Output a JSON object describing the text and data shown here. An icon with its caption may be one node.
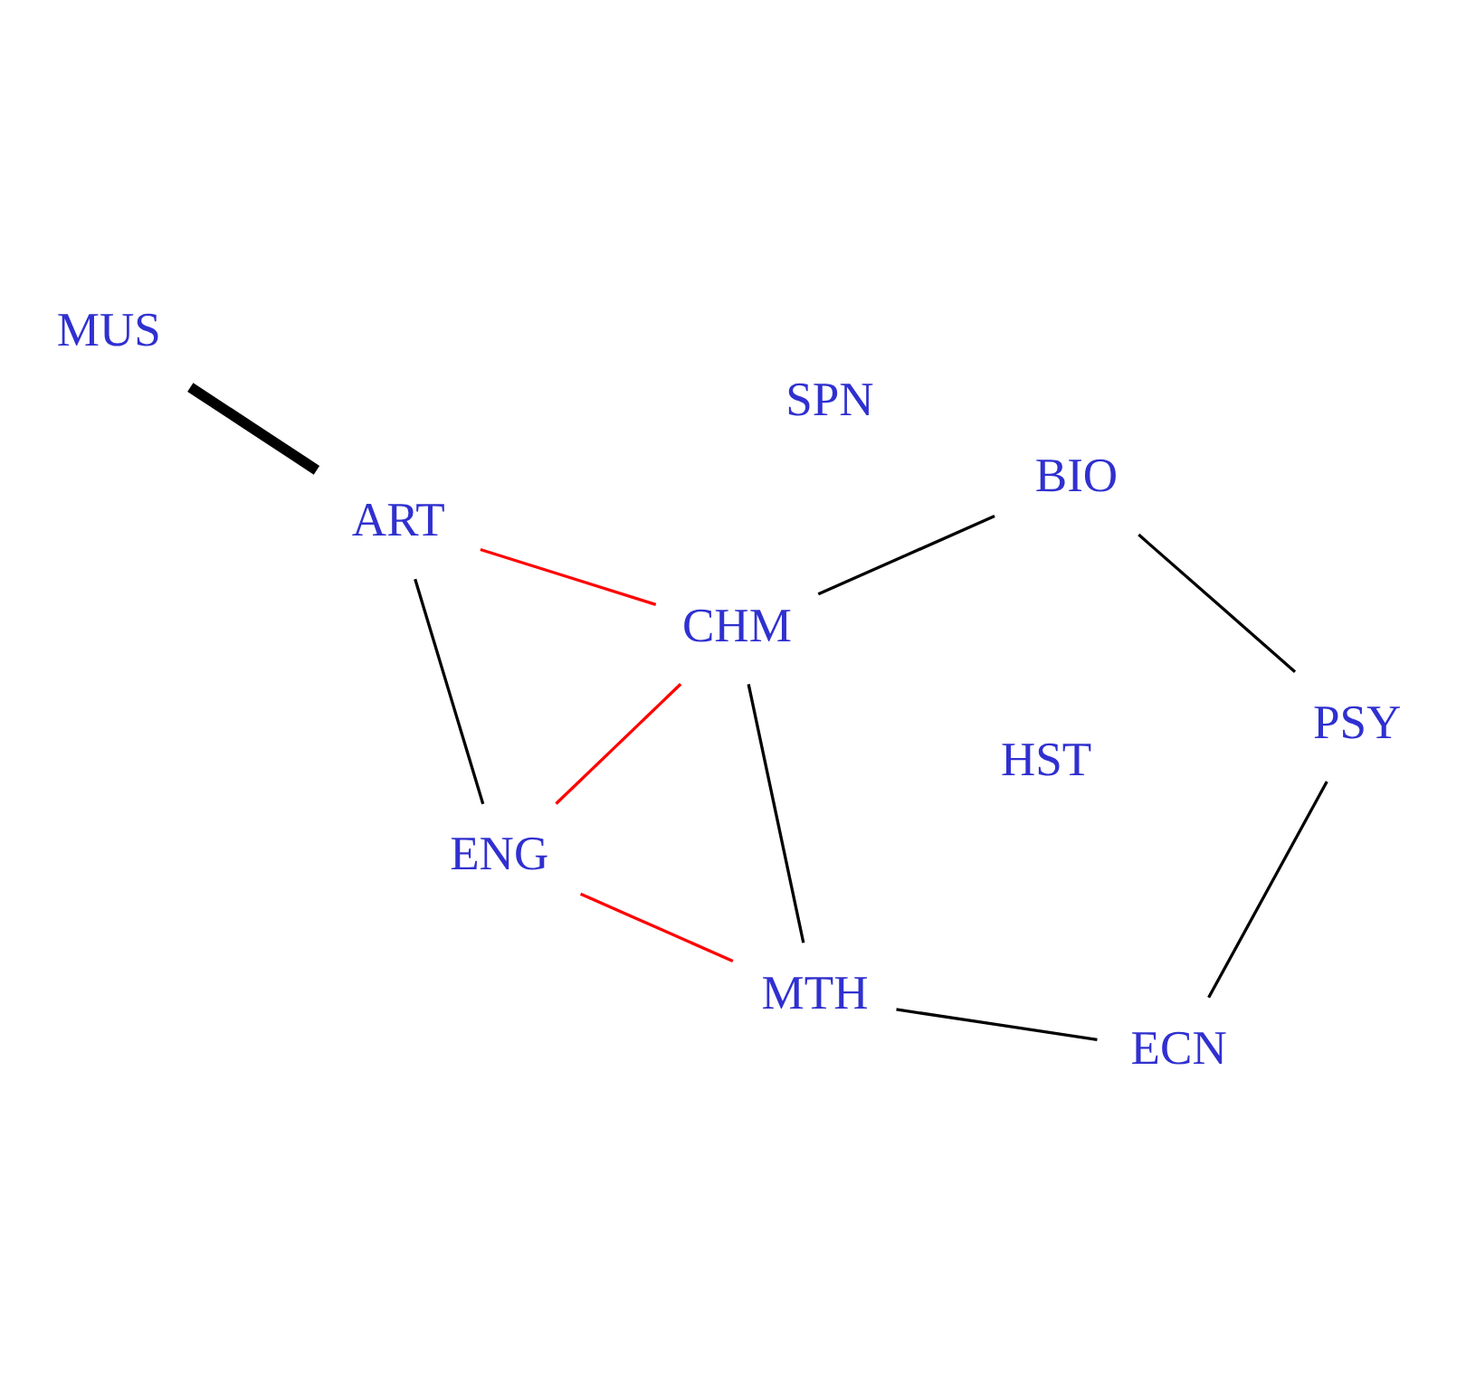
{
  "diagram": {
    "nodes": [
      {
        "text": [
          "HST"
        ]
      },
      {
        "text": [
          "SPN"
        ]
      },
      {
        "text": [
          "MUS"
        ]
      },
      {
        "text": [
          "BIO"
        ]
      },
      {
        "text": [
          "ART"
        ]
      },
      {
        "text": [
          "CHM"
        ]
      },
      {
        "text": [
          "PSY"
        ]
      },
      {
        "text": [
          "ENG"
        ]
      },
      {
        "text": [
          "ECN"
        ]
      },
      {
        "text": [
          "MTH"
        ]
      }
    ],
    "edges": [
      {
        "from": 2,
        "to": 4,
        "arrow": "none",
        "style": "thick"
      },
      {
        "from": 4,
        "to": 5,
        "arrow": "none",
        "color": "#ff0000"
      },
      {
        "from": 4,
        "to": 7,
        "arrow": "none"
      },
      {
        "from": 5,
        "to": 7,
        "arrow": "none",
        "color": "#ff0000"
      },
      {
        "from": 5,
        "to": 3,
        "arrow": "none"
      },
      {
        "from": 5,
        "to": 9,
        "arrow": "none"
      },
      {
        "from": 3,
        "to": 6,
        "arrow": "none"
      },
      {
        "from": 6,
        "to": 8,
        "arrow": "none"
      },
      {
        "from": 8,
        "to": 9,
        "arrow": "none"
      },
      {
        "from": 7,
        "to": 9,
        "arrow": "none",
        "color": "#ff0000"
      }
    ]
  }
}
